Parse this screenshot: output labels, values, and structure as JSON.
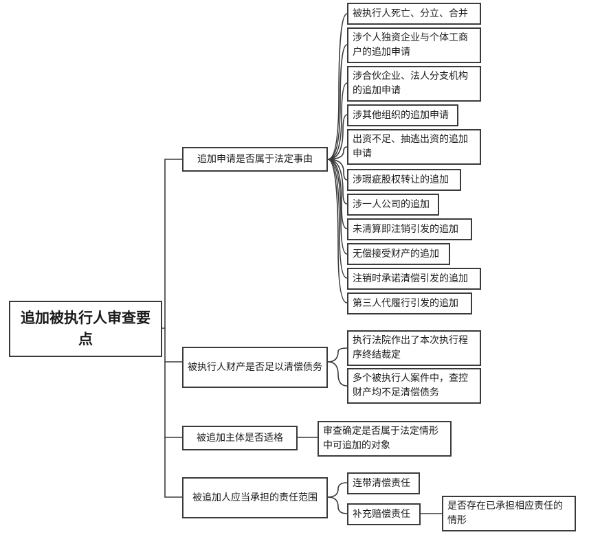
{
  "root": {
    "label": "追加被执行人审查要点"
  },
  "branches": [
    {
      "label": "追加申请是否属于法定事由",
      "children": [
        {
          "label": "被执行人死亡、分立、合并"
        },
        {
          "label": "涉个人独资企业与个体工商户的追加申请"
        },
        {
          "label": "涉合伙企业、法人分支机构的追加申请"
        },
        {
          "label": "涉其他组织的追加申请"
        },
        {
          "label": "出资不足、抽逃出资的追加申请"
        },
        {
          "label": "涉瑕疵股权转让的追加"
        },
        {
          "label": "涉一人公司的追加"
        },
        {
          "label": "未清算即注销引发的追加"
        },
        {
          "label": "无偿接受财产的追加"
        },
        {
          "label": "注销时承诺清偿引发的追加"
        },
        {
          "label": "第三人代履行引发的追加"
        }
      ]
    },
    {
      "label": "被执行人财产是否足以清偿债务",
      "children": [
        {
          "label": "执行法院作出了本次执行程序终结裁定"
        },
        {
          "label": "多个被执行人案件中，查控财产均不足清偿债务"
        }
      ]
    },
    {
      "label": "被追加主体是否适格",
      "children": [
        {
          "label": "审查确定是否属于法定情形中可追加的对象"
        }
      ]
    },
    {
      "label": "被追加人应当承担的责任范围",
      "children": [
        {
          "label": "连带清偿责任"
        },
        {
          "label": "补充赔偿责任",
          "children": [
            {
              "label": "是否存在已承担相应责任的情形"
            }
          ]
        }
      ]
    }
  ]
}
